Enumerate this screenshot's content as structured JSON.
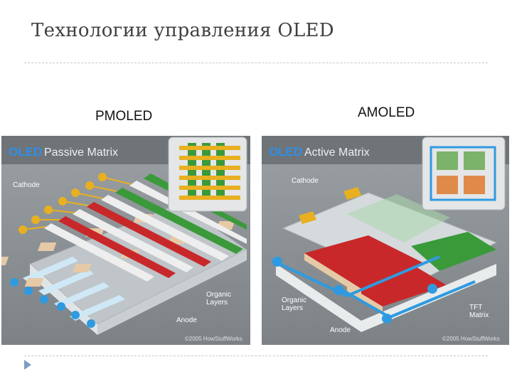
{
  "slide": {
    "title": "Технологии управления OLED"
  },
  "left": {
    "caption": "PMOLED",
    "header_oled": "OLED",
    "header_rest": "Passive Matrix",
    "labels": {
      "cathode": "Cathode",
      "organic": "Organic\nLayers",
      "anode": "Anode"
    },
    "copyright": "©2005 HowStuffWorks"
  },
  "right": {
    "caption": "AMOLED",
    "header_oled": "OLED",
    "header_rest": "Active Matrix",
    "labels": {
      "cathode": "Cathode",
      "organic": "Organic\nLayers",
      "anode": "Anode",
      "tft": "TFT\nMatrix"
    },
    "copyright": "©2005 HowStuffWorks"
  },
  "colors": {
    "title": "#404040",
    "oled_blue": "#2f8fe8",
    "red": "#c8282a",
    "green": "#3a9a3a",
    "gold": "#e8b020",
    "blue_bus": "#2f9ae0"
  }
}
